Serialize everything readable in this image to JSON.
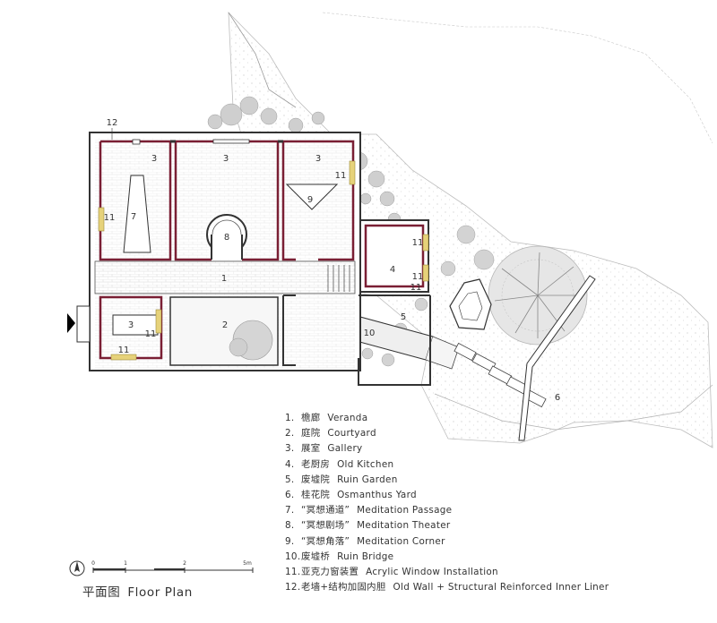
{
  "colors": {
    "wall": "#333333",
    "old_wall": "#7a1f34",
    "acrylic": "#e6d27a",
    "foliage": "#c8c8c8",
    "text": "#333333"
  },
  "rooms": [
    {
      "id": "veranda-label",
      "label": "1"
    },
    {
      "id": "courtyard-label",
      "label": "2"
    },
    {
      "id": "gallery-label-a",
      "label": "3"
    },
    {
      "id": "gallery-label-b",
      "label": "3"
    },
    {
      "id": "gallery-label-c",
      "label": "3"
    },
    {
      "id": "gallery-label-d",
      "label": "3"
    },
    {
      "id": "old-kitchen-label",
      "label": "4"
    },
    {
      "id": "ruin-garden-label",
      "label": "5"
    },
    {
      "id": "osmanthus-yard-label",
      "label": "6"
    },
    {
      "id": "meditation-passage-label",
      "label": "7"
    },
    {
      "id": "meditation-theater-label",
      "label": "8"
    },
    {
      "id": "meditation-corner-label",
      "label": "9"
    },
    {
      "id": "ruin-bridge-label",
      "label": "10"
    },
    {
      "id": "acrylic-label-a",
      "label": "11"
    },
    {
      "id": "acrylic-label-b",
      "label": "11"
    },
    {
      "id": "acrylic-label-c",
      "label": "11"
    },
    {
      "id": "acrylic-label-d",
      "label": "11"
    },
    {
      "id": "acrylic-label-e",
      "label": "11"
    },
    {
      "id": "acrylic-label-f",
      "label": "11"
    },
    {
      "id": "acrylic-label-g",
      "label": "11"
    },
    {
      "id": "old-wall-label",
      "label": "12"
    }
  ],
  "legend": [
    {
      "num": "1.",
      "zh": "檐廊",
      "en": "Veranda"
    },
    {
      "num": "2.",
      "zh": "庭院",
      "en": "Courtyard"
    },
    {
      "num": "3.",
      "zh": "展室",
      "en": "Gallery"
    },
    {
      "num": "4.",
      "zh": "老厨房",
      "en": "Old Kitchen"
    },
    {
      "num": "5.",
      "zh": "废墟院",
      "en": "Ruin Garden"
    },
    {
      "num": "6.",
      "zh": "桂花院",
      "en": "Osmanthus Yard"
    },
    {
      "num": "7.",
      "zh": "“冥想通道”",
      "en": "Meditation Passage"
    },
    {
      "num": "8.",
      "zh": "“冥想剧场”",
      "en": "Meditation Theater"
    },
    {
      "num": "9.",
      "zh": "“冥想角落”",
      "en": "Meditation Corner"
    },
    {
      "num": "10.",
      "zh": "废墟桥",
      "en": "Ruin Bridge"
    },
    {
      "num": "11.",
      "zh": "亚克力窗装置",
      "en": "Acrylic Window Installation"
    },
    {
      "num": "12.",
      "zh": "老墙+结构加固内胆",
      "en": "Old Wall + Structural Reinforced Inner Liner"
    }
  ],
  "scale": {
    "ticks": [
      "0",
      "1",
      "2",
      "5m"
    ]
  },
  "caption": {
    "zh": "平面图",
    "en": "Floor Plan"
  }
}
